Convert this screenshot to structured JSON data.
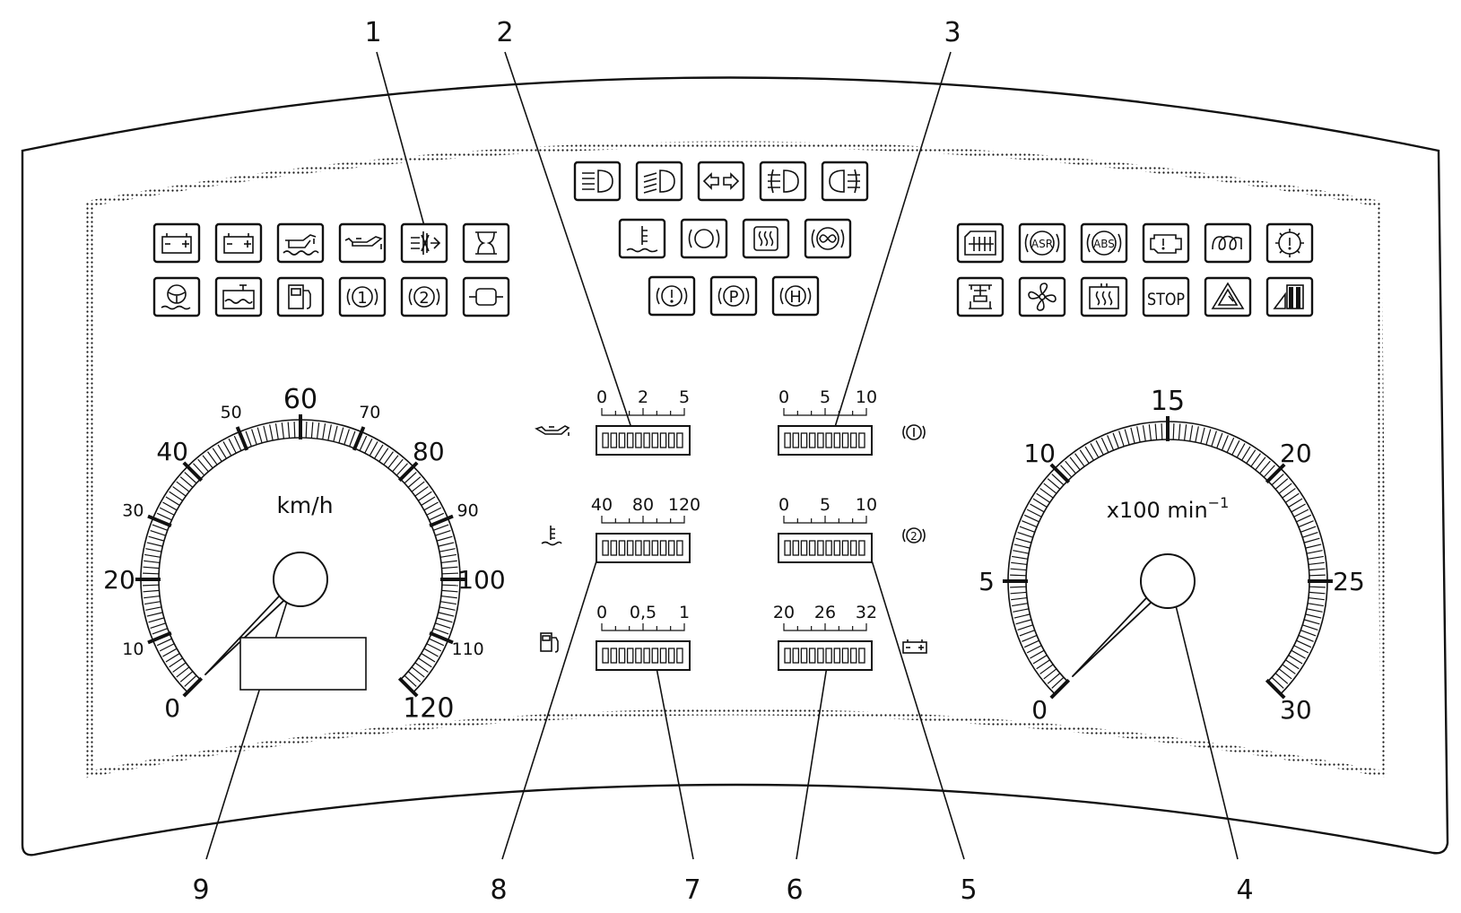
{
  "callouts": [
    "1",
    "2",
    "3",
    "4",
    "5",
    "6",
    "7",
    "8",
    "9"
  ],
  "speedometer": {
    "unit": "km/h",
    "min": 0,
    "max": 120,
    "sweep_degrees": 270,
    "labels": [
      "0",
      "10",
      "20",
      "30",
      "40",
      "50",
      "60",
      "70",
      "80",
      "90",
      "100",
      "110",
      "120"
    ],
    "needle_value": 0
  },
  "tachometer": {
    "unit": "x100 min",
    "unit_sup": "−1",
    "min": 0,
    "max": 30,
    "sweep_degrees": 270,
    "labels": [
      "0",
      "5",
      "10",
      "15",
      "20",
      "25",
      "30"
    ],
    "needle_value": 0
  },
  "bar_gauges": {
    "oil_pressure": {
      "ticks": [
        "0",
        "2",
        "5"
      ],
      "icon": "oil-can-icon"
    },
    "coolant_temp": {
      "ticks": [
        "40",
        "80",
        "120"
      ],
      "icon": "coolant-temperature-icon"
    },
    "fuel_level": {
      "ticks": [
        "0",
        "0,5",
        "1"
      ],
      "icon": "fuel-pump-icon"
    },
    "air_pressure_1": {
      "ticks": [
        "0",
        "5",
        "10"
      ],
      "icon": "brake-circuit-1-icon"
    },
    "air_pressure_2": {
      "ticks": [
        "0",
        "5",
        "10"
      ],
      "icon": "brake-circuit-2-icon"
    },
    "battery_voltage": {
      "ticks": [
        "20",
        "26",
        "32"
      ],
      "icon": "battery-icon"
    }
  },
  "warning_lamps": {
    "left": [
      "battery-icon",
      "battery-icon",
      "oil-level-icon",
      "oil-pressure-icon",
      "air-filter-icon",
      "hourglass-icon",
      "steering-fluid-icon",
      "coolant-level-icon",
      "fuel-reserve-icon",
      "brake-circuit-1-icon",
      "brake-circuit-2-icon",
      "retarder-icon"
    ],
    "center": [
      "high-beam-icon",
      "low-beam-icon",
      "turn-signal-icon",
      "front-fog-icon",
      "rear-fog-icon",
      "coolant-temperature-icon",
      "brake-wear-icon",
      "mirror-heater-icon",
      "trailer-brake-icon",
      "brake-warning-icon",
      "parking-brake-icon",
      "hill-hold-icon"
    ],
    "right": [
      "window-heater-icon",
      "asr-icon",
      "abs-icon",
      "engine-check-icon",
      "glow-plug-icon",
      "general-warning-icon",
      "lift-axle-icon",
      "fan-icon",
      "cab-heater-icon",
      "stop-icon",
      "hazard-icon",
      "load-indicator-icon"
    ]
  },
  "lamp_text": {
    "asr": "ASR",
    "abs": "ABS",
    "stop": "STOP",
    "p": "P",
    "h": "H",
    "one": "1",
    "two": "2"
  }
}
